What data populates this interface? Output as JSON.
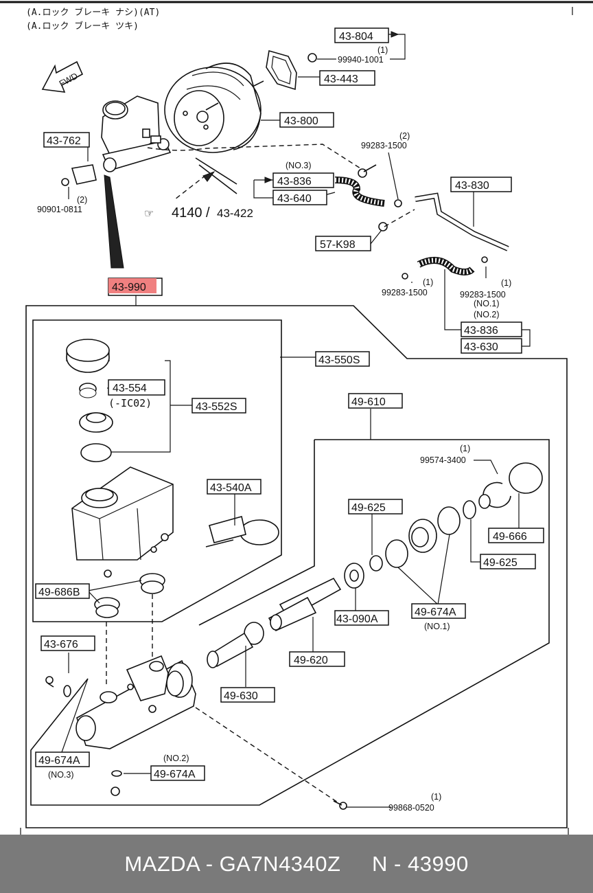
{
  "header": {
    "line1": "(A.ロック ブレーキ ナシ)(AT)",
    "line2": "(A.ロック ブレーキ ツキ)"
  },
  "fwd": "FWD",
  "ref": {
    "code": "4140",
    "page": "43-422"
  },
  "callouts": {
    "c43_804": "43-804",
    "c99940": "99940-1001",
    "q1_804": "(1)",
    "c43_443": "43-443",
    "c43_800": "43-800",
    "c43_762": "43-762",
    "q2_762": "(2)",
    "c90901": "90901-0811",
    "q2_99283": "(2)",
    "c99283_top": "99283-1500",
    "no3_top": "(NO.3)",
    "c43_836_top": "43-836",
    "c43_640": "43-640",
    "c43_830": "43-830",
    "c57_k98": "57-K98",
    "q1_left": "(1)",
    "c99283_left": "99283-1500",
    "q1_right": "(1)",
    "c99283_right": "99283-1500",
    "no1_right": "(NO.1)",
    "no2_right": "(NO.2)",
    "c43_836_bot": "43-836",
    "c43_630": "43-630",
    "c43_990": "43-990",
    "c43_550s": "43-550S",
    "c43_554": "43-554",
    "c_ic02": "(-IC02)",
    "c43_552s": "43-552S",
    "c43_540a": "43-540A",
    "c49_686b": "49-686B",
    "c49_610": "49-610",
    "q1_99574": "(1)",
    "c99574": "99574-3400",
    "c49_625_top": "49-625",
    "c49_666": "49-666",
    "c49_625_right": "49-625",
    "c43_090a": "43-090A",
    "c49_674a_mid": "49-674A",
    "no1_mid": "(NO.1)",
    "c49_620": "49-620",
    "c49_630": "49-630",
    "c43_676": "43-676",
    "c49_674a_left": "49-674A",
    "no3_left": "(NO.3)",
    "no2_bot": "(NO.2)",
    "c49_674a_bot": "49-674A",
    "q1_bot": "(1)",
    "c99868": "99868-0520"
  },
  "highlight_color": "#f08080",
  "footer": {
    "brand": "MAZDA - GA7N4340Z",
    "part": "N - 43990"
  }
}
